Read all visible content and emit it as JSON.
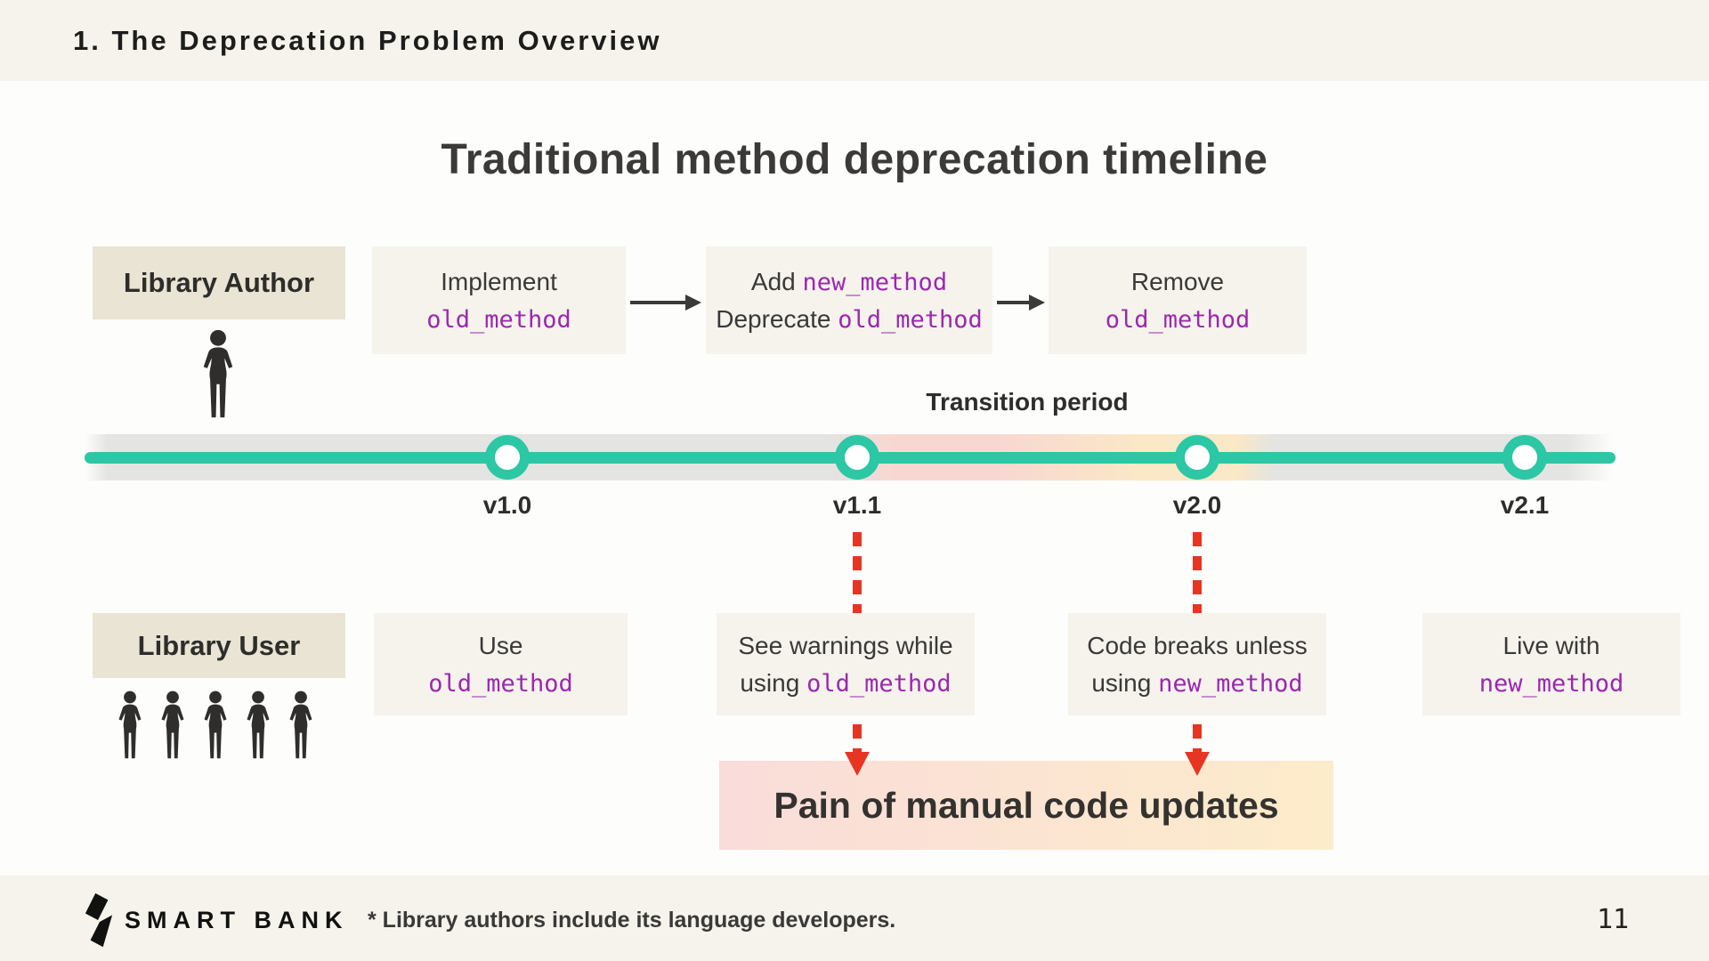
{
  "header": {
    "title": "1. The Deprecation Problem Overview"
  },
  "slide_title": "Traditional method deprecation timeline",
  "author": {
    "label": "Library Author",
    "steps": [
      {
        "line1": [
          {
            "text": "Implement",
            "code": false
          }
        ],
        "line2": [
          {
            "text": "old_method",
            "code": true
          }
        ]
      },
      {
        "line1": [
          {
            "text": "Add ",
            "code": false
          },
          {
            "text": "new_method",
            "code": true
          }
        ],
        "line2": [
          {
            "text": "Deprecate ",
            "code": false
          },
          {
            "text": "old_method",
            "code": true
          }
        ]
      },
      {
        "line1": [
          {
            "text": "Remove",
            "code": false
          }
        ],
        "line2": [
          {
            "text": "old_method",
            "code": true
          }
        ]
      }
    ]
  },
  "timeline": {
    "transition_label": "Transition period",
    "versions": [
      "v1.0",
      "v1.1",
      "v2.0",
      "v2.1"
    ]
  },
  "user": {
    "label": "Library User",
    "steps": [
      {
        "line1": [
          {
            "text": "Use",
            "code": false
          }
        ],
        "line2": [
          {
            "text": "old_method",
            "code": true
          }
        ]
      },
      {
        "line1": [
          {
            "text": "See warnings while",
            "code": false
          }
        ],
        "line2": [
          {
            "text": "using ",
            "code": false
          },
          {
            "text": "old_method",
            "code": true
          }
        ]
      },
      {
        "line1": [
          {
            "text": "Code breaks unless",
            "code": false
          }
        ],
        "line2": [
          {
            "text": "using ",
            "code": false
          },
          {
            "text": "new_method",
            "code": true
          }
        ]
      },
      {
        "line1": [
          {
            "text": "Live with",
            "code": false
          }
        ],
        "line2": [
          {
            "text": "new_method",
            "code": true
          }
        ]
      }
    ]
  },
  "pain": {
    "label": "Pain of manual code updates"
  },
  "footer": {
    "brand": "SMART BANK",
    "note": "* Library authors include its language developers.",
    "page": "11"
  },
  "icons": {
    "author": "person-icon",
    "user_group": "person-icon",
    "brand": "smartbank-bolt-icon"
  },
  "colors": {
    "bar_background": "#f5f3eb",
    "label_background": "#e9e4d3",
    "box_background": "#f5f3ec",
    "code_purple": "#9c27b0",
    "timeline_teal": "#2cc7a4",
    "timeline_gray": "#e4e4e2",
    "transition_pink": "#f8d7d2",
    "transition_peach": "#fae8c6",
    "arrow_red": "#e63522",
    "pain_gradient_left": "#fadcda",
    "pain_gradient_right": "#fdecca"
  }
}
